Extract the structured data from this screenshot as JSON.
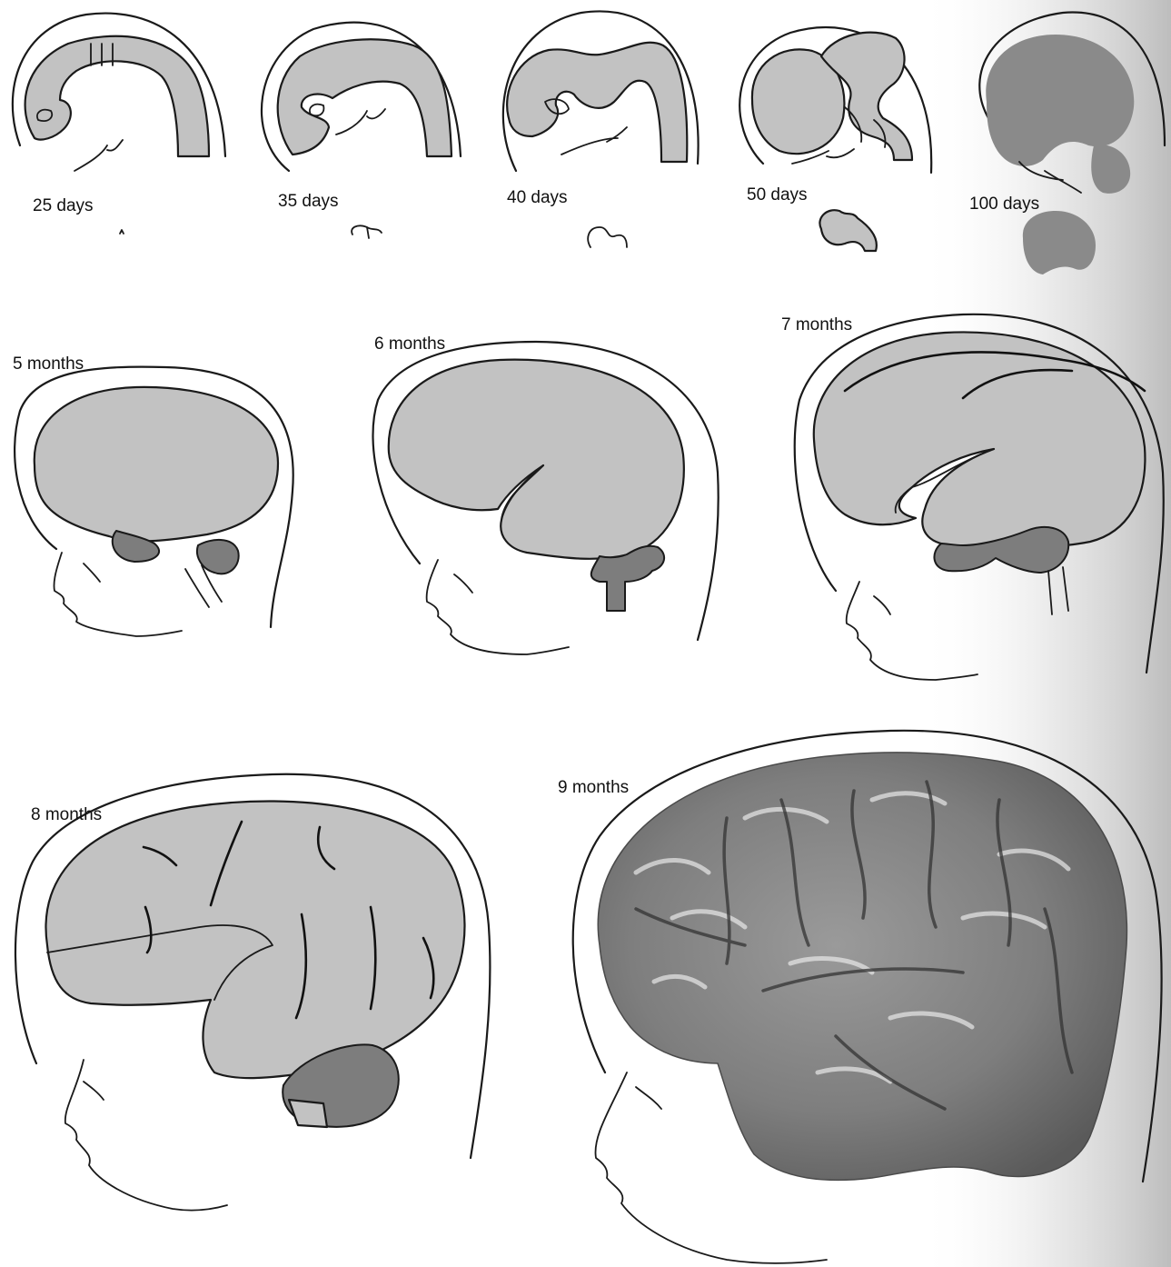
{
  "stages": [
    {
      "id": "d25",
      "label": "25 days"
    },
    {
      "id": "d35",
      "label": "35 days"
    },
    {
      "id": "d40",
      "label": "40 days"
    },
    {
      "id": "d50",
      "label": "50 days"
    },
    {
      "id": "d100",
      "label": "100 days"
    },
    {
      "id": "m5",
      "label": "5 months"
    },
    {
      "id": "m6",
      "label": "6 months"
    },
    {
      "id": "m7",
      "label": "7 months"
    },
    {
      "id": "m8",
      "label": "8 months"
    },
    {
      "id": "m9",
      "label": "9 months"
    }
  ],
  "colors": {
    "brain_fill": "#c2c2c2",
    "dark_fill": "#7d7d7d",
    "outline": "#1a1a1a",
    "page_shade": "#c8c8c8"
  }
}
